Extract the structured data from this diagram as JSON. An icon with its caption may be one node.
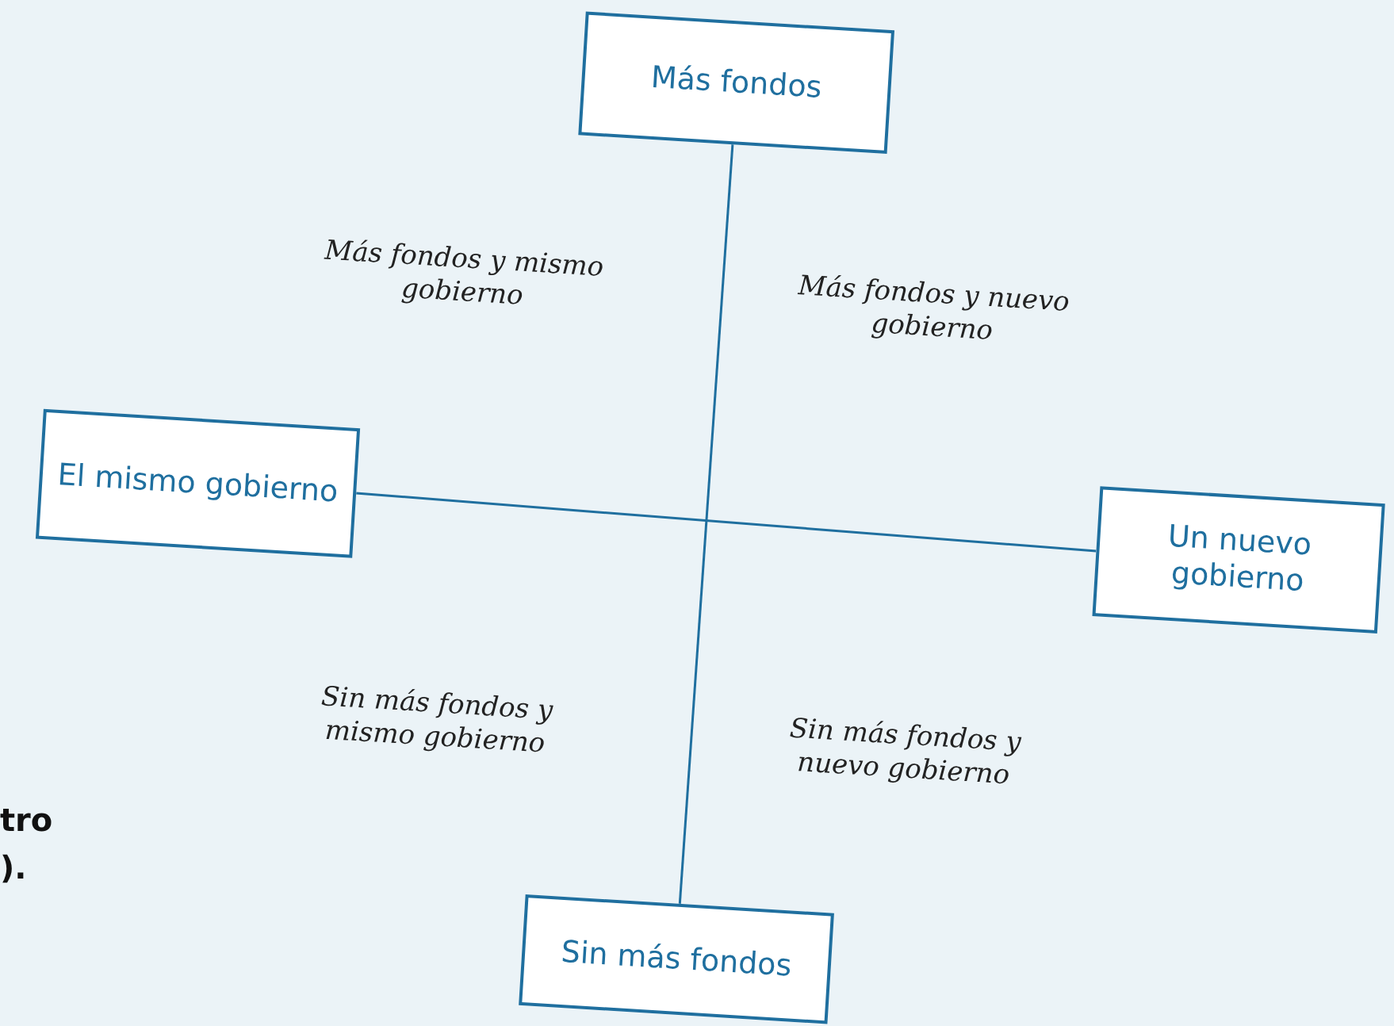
{
  "diagram": {
    "nodes": [
      {
        "text": [
          "Más fondos"
        ]
      },
      {
        "text": [
          "El mismo gobierno"
        ]
      },
      {
        "text": [
          "Un nuevo gobierno"
        ]
      },
      {
        "text": [
          "Sin más fondos"
        ]
      }
    ],
    "edges": [
      {
        "from": 0,
        "to": 3,
        "arrow": "none"
      },
      {
        "from": 1,
        "to": 2,
        "arrow": "none"
      }
    ],
    "labels": [
      "Más fondos y mismo gobierno",
      "Más fondos y nuevo gobierno",
      "Sin más fondos y mismo gobierno",
      "Sin más fondos y nuevo gobierno",
      "tro",
      ")."
    ]
  }
}
